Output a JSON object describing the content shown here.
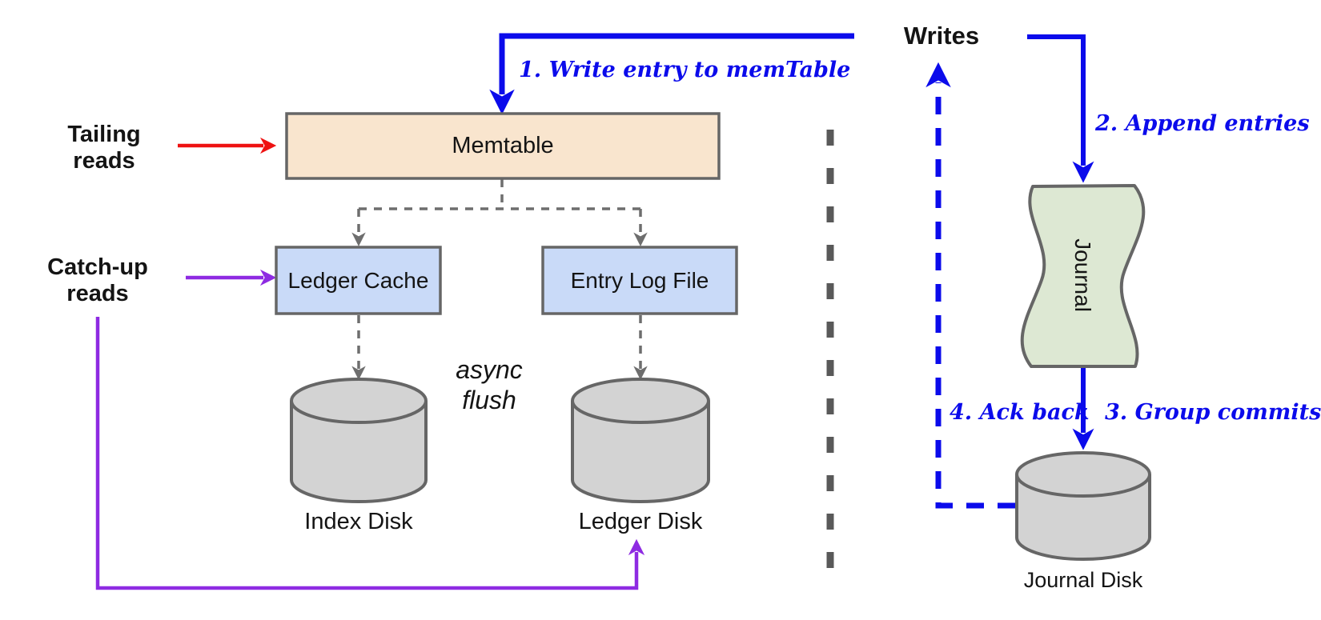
{
  "diagram": {
    "nodes": {
      "memtable": "Memtable",
      "ledger_cache": "Ledger Cache",
      "entry_log_file": "Entry Log File",
      "journal": "Journal",
      "index_disk": "Index Disk",
      "ledger_disk": "Ledger Disk",
      "journal_disk": "Journal Disk"
    },
    "external_labels": {
      "writes": "Writes",
      "tailing_reads": "Tailing reads",
      "catch_up_reads": "Catch-up reads",
      "async_flush": "async flush"
    },
    "flow_annotations": {
      "step1": "1. Write entry to memTable",
      "step2": "2. Append entries",
      "step3": "3. Group commits",
      "step4": "4. Ack back"
    },
    "colors": {
      "write_path": "#0b0beb",
      "tailing_read": "#ee1212",
      "catch_up_read": "#8e2be2",
      "memtable_fill": "#f9e5ce",
      "cache_fill": "#c9daf8",
      "journal_fill": "#dde8d3",
      "disk_fill": "#d3d3d3",
      "border": "#666666"
    }
  }
}
